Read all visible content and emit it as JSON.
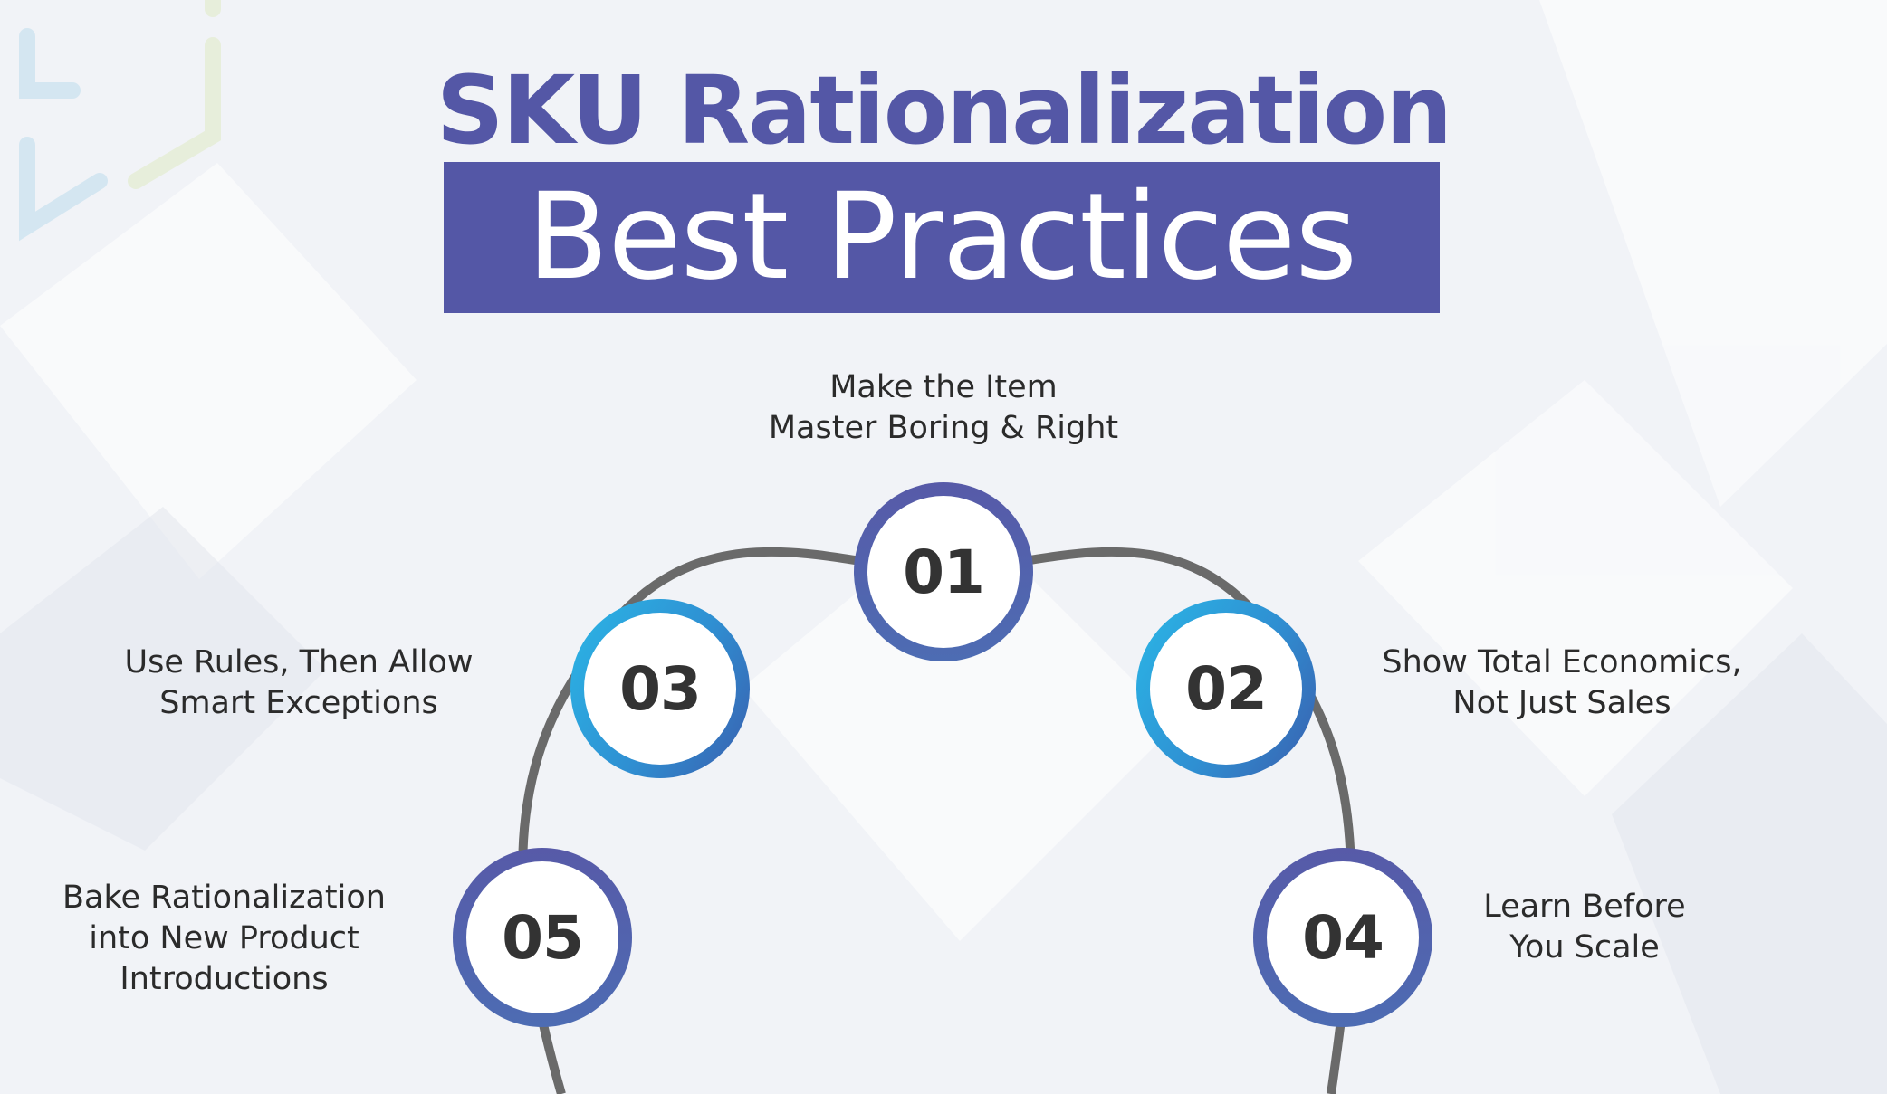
{
  "title": {
    "line1": "SKU Rationalization",
    "line2": "Best Practices"
  },
  "colors": {
    "brand": "#5457a6",
    "accent_cyan": "#2bb6e6",
    "connector": "#6a6a6a",
    "text": "#2b2b2b"
  },
  "steps": [
    {
      "number": "01",
      "label_lines": [
        "Make the Item",
        "Master Boring & Right"
      ]
    },
    {
      "number": "02",
      "label_lines": [
        "Show Total Economics,",
        "Not Just Sales"
      ]
    },
    {
      "number": "03",
      "label_lines": [
        "Use Rules, Then Allow",
        "Smart Exceptions"
      ]
    },
    {
      "number": "04",
      "label_lines": [
        "Learn Before",
        "You Scale"
      ]
    },
    {
      "number": "05",
      "label_lines": [
        "Bake Rationalization",
        "into New Product",
        "Introductions"
      ]
    }
  ]
}
